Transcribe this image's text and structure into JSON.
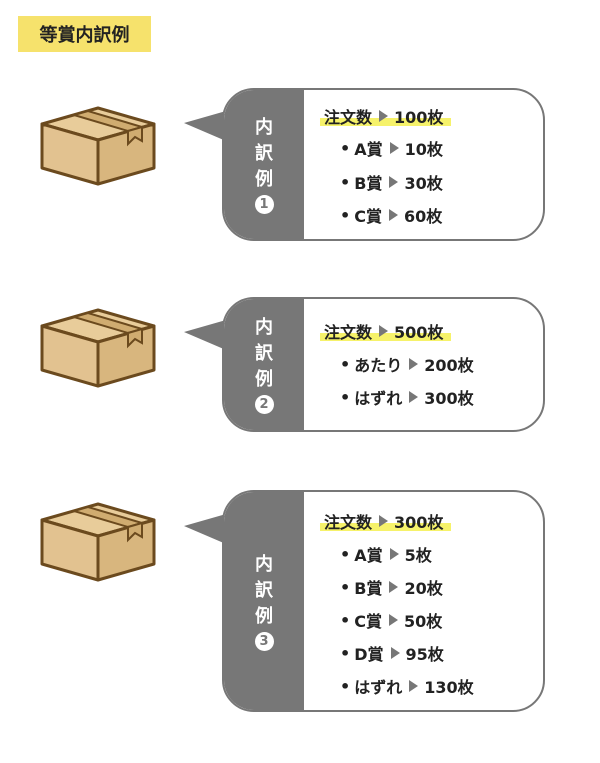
{
  "title": "等賞内訳例",
  "examples": [
    {
      "tab": [
        "内",
        "訳",
        "例"
      ],
      "num": "1",
      "total_label": "注文数",
      "total_value": "100枚",
      "items": [
        {
          "label": "A賞",
          "value": "10枚"
        },
        {
          "label": "B賞",
          "value": "30枚"
        },
        {
          "label": "C賞",
          "value": "60枚"
        }
      ]
    },
    {
      "tab": [
        "内",
        "訳",
        "例"
      ],
      "num": "2",
      "total_label": "注文数",
      "total_value": "500枚",
      "items": [
        {
          "label": "あたり",
          "value": "200枚"
        },
        {
          "label": "はずれ",
          "value": "300枚"
        }
      ]
    },
    {
      "tab": [
        "内",
        "訳",
        "例"
      ],
      "num": "3",
      "total_label": "注文数",
      "total_value": "300枚",
      "items": [
        {
          "label": "A賞",
          "value": "5枚"
        },
        {
          "label": "B賞",
          "value": "20枚"
        },
        {
          "label": "C賞",
          "value": "50枚"
        },
        {
          "label": "D賞",
          "value": "95枚"
        },
        {
          "label": "はずれ",
          "value": "130枚"
        }
      ]
    }
  ],
  "colors": {
    "accent_yellow": "#f6e26c",
    "highlight": "#f6f26a",
    "tab_gray": "#777777",
    "box_fill": "#e2c290",
    "box_line": "#7a5a2a"
  }
}
